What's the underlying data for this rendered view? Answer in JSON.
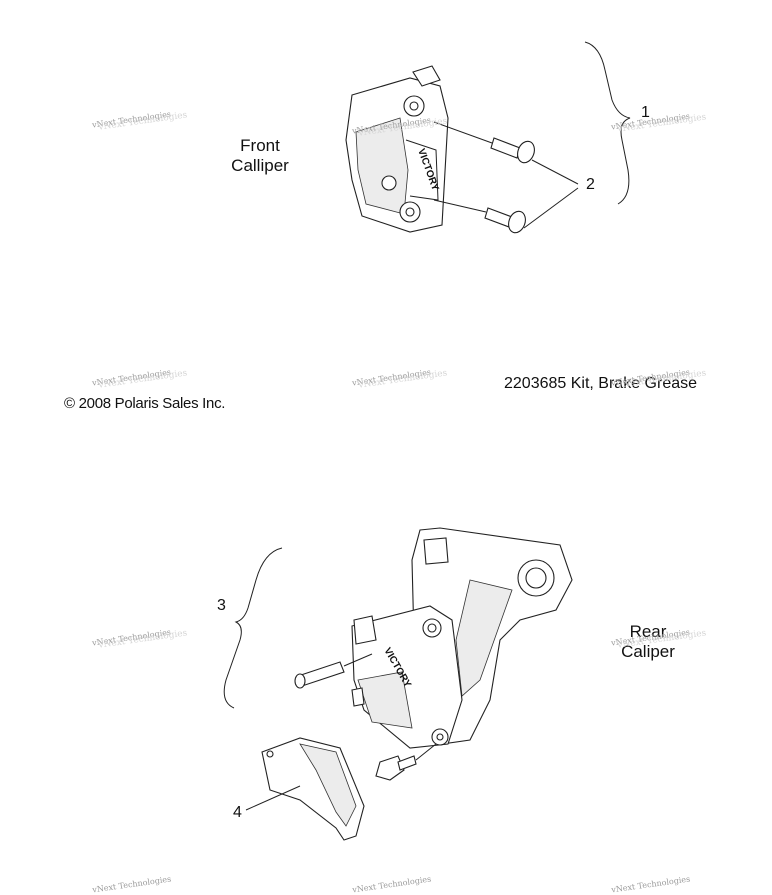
{
  "labels": {
    "front_caliper_line1": "Front",
    "front_caliper_line2": "Calliper",
    "rear_caliper_line1": "Rear",
    "rear_caliper_line2": "Caliper",
    "kit_part": "2203685  Kit, Brake Grease",
    "copyright": "© 2008 Polaris Sales Inc."
  },
  "callouts": [
    "1",
    "2",
    "3",
    "4"
  ],
  "watermark": {
    "text": "vNext Technologies",
    "ghost": "vNext Technologies"
  },
  "brand_marks": {
    "front": "VICTORY",
    "rear": "VICTORY"
  }
}
